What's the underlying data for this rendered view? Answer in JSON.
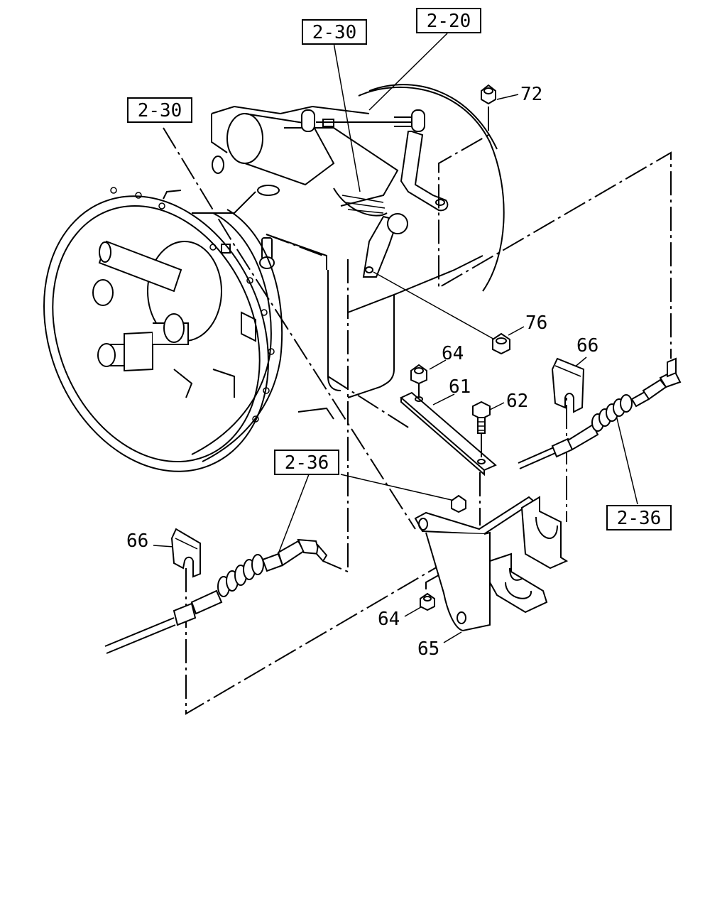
{
  "references": {
    "ref_2_30_top": "2-30",
    "ref_2_20": "2-20",
    "ref_2_30_left": "2-30",
    "ref_2_36_center": "2-36",
    "ref_2_36_right": "2-36"
  },
  "parts": {
    "p72": "72",
    "p76": "76",
    "p64_upper": "64",
    "p61": "61",
    "p62": "62",
    "p66_right": "66",
    "p66_left": "66",
    "p64_lower": "64",
    "p65": "65"
  }
}
